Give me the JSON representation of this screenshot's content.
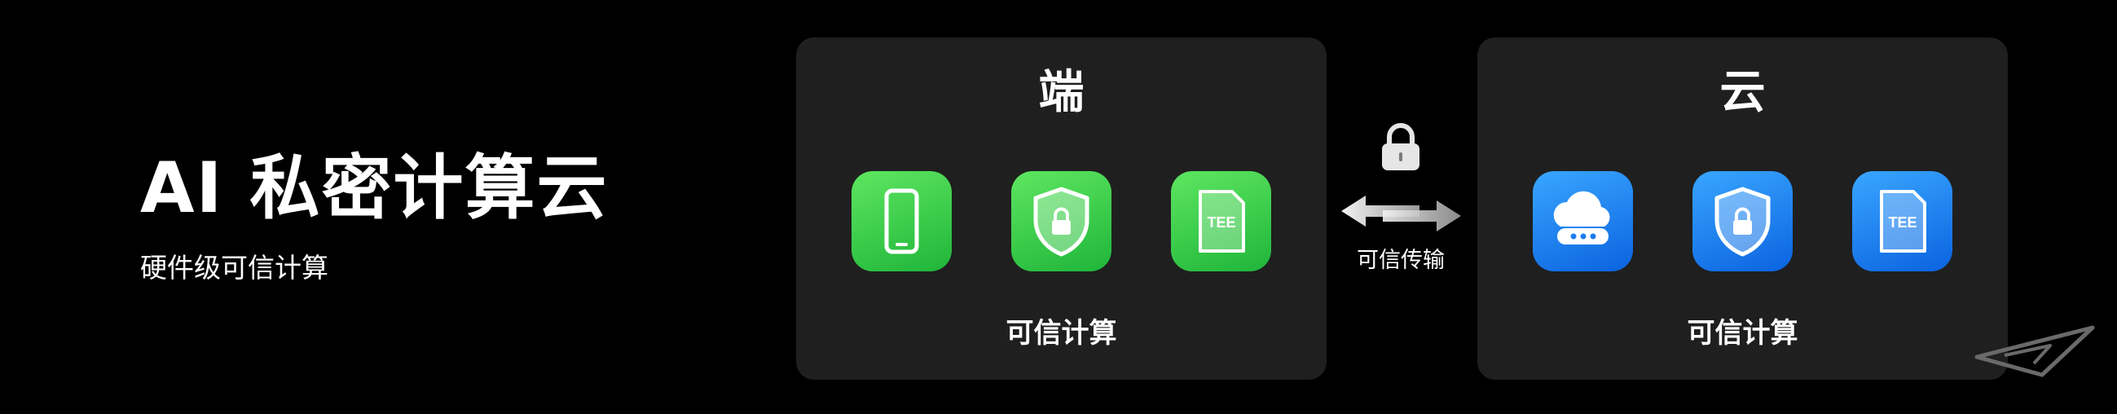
{
  "headline": {
    "title": "AI 私密计算云",
    "subtitle": "硬件级可信计算"
  },
  "device_panel": {
    "title": "端",
    "caption": "可信计算",
    "icons": [
      "phone-icon",
      "shield-lock-icon",
      "tee-chip-icon"
    ]
  },
  "cloud_panel": {
    "title": "云",
    "caption": "可信计算",
    "icons": [
      "cloud-server-icon",
      "shield-lock-icon",
      "tee-chip-icon"
    ]
  },
  "transfer": {
    "label": "可信传输",
    "icon": "lock-icon"
  },
  "tee_label": "TEE",
  "colors": {
    "background": "#000000",
    "panel": "#1f1f1f",
    "device_accent": "#34c84a",
    "cloud_accent": "#1c7cf0"
  }
}
